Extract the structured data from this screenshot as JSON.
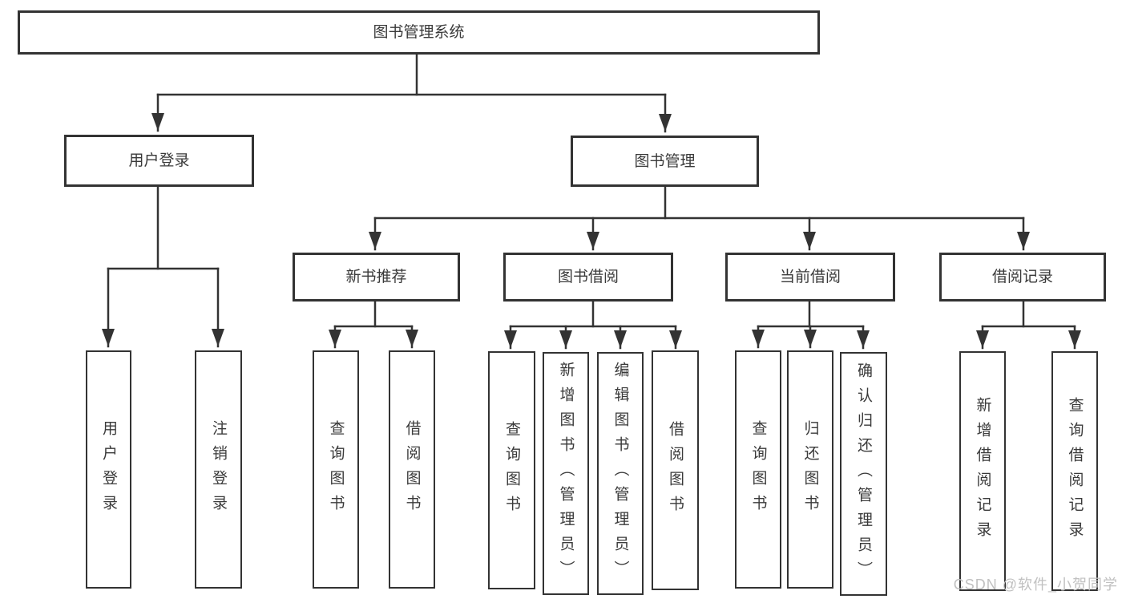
{
  "diagram": {
    "root": {
      "label": "图书管理系统",
      "children": [
        {
          "label": "用户登录",
          "children": [
            {
              "label": "用户登录"
            },
            {
              "label": "注销登录"
            }
          ]
        },
        {
          "label": "图书管理",
          "children": [
            {
              "label": "新书推荐",
              "children": [
                {
                  "label": "查询图书"
                },
                {
                  "label": "借阅图书"
                }
              ]
            },
            {
              "label": "图书借阅",
              "children": [
                {
                  "label": "查询图书"
                },
                {
                  "label": "新增图书（管理员）"
                },
                {
                  "label": "编辑图书（管理员）"
                },
                {
                  "label": "借阅图书"
                }
              ]
            },
            {
              "label": "当前借阅",
              "children": [
                {
                  "label": "查询图书"
                },
                {
                  "label": "归还图书"
                },
                {
                  "label": "确认归还（管理员）"
                }
              ]
            },
            {
              "label": "借阅记录",
              "children": [
                {
                  "label": "新增借阅记录"
                },
                {
                  "label": "查询借阅记录"
                }
              ]
            }
          ]
        }
      ]
    },
    "colors": {
      "line": "#333333",
      "box_border": "#333333",
      "text": "#3a3a3a",
      "background": "#ffffff",
      "watermark": "#c1c1c1"
    }
  },
  "watermark": {
    "text": "CSDN @软件_小贺同学"
  }
}
